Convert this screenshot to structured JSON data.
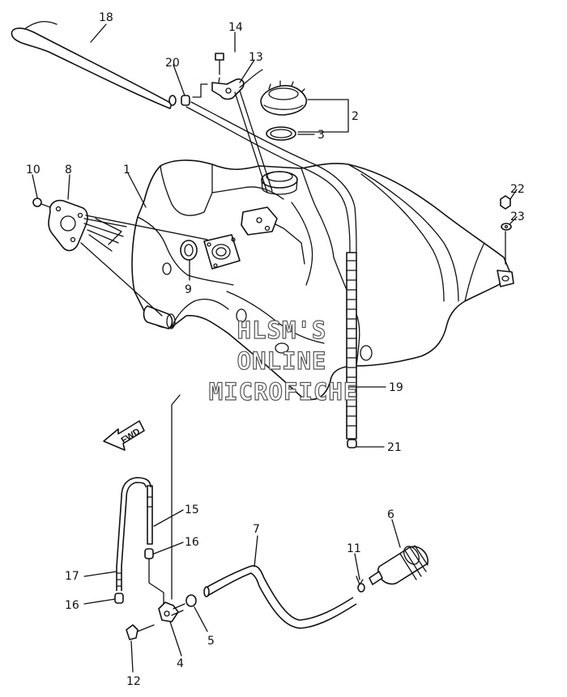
{
  "callouts": {
    "c1": "1",
    "c2": "2",
    "c3": "3",
    "c4": "4",
    "c5": "5",
    "c6": "6",
    "c7": "7",
    "c8": "8",
    "c9": "9",
    "c10": "10",
    "c11": "11",
    "c12": "12",
    "c13": "13",
    "c14": "14",
    "c15": "15",
    "c16a": "16",
    "c16b": "16",
    "c17": "17",
    "c18": "18",
    "c19": "19",
    "c20": "20",
    "c21": "21",
    "c22": "22",
    "c23": "23"
  },
  "direction_arrow": "FWD",
  "watermark": {
    "line1": "HLSM'S",
    "line2": "ONLINE",
    "line3": "MICROFICHE"
  }
}
